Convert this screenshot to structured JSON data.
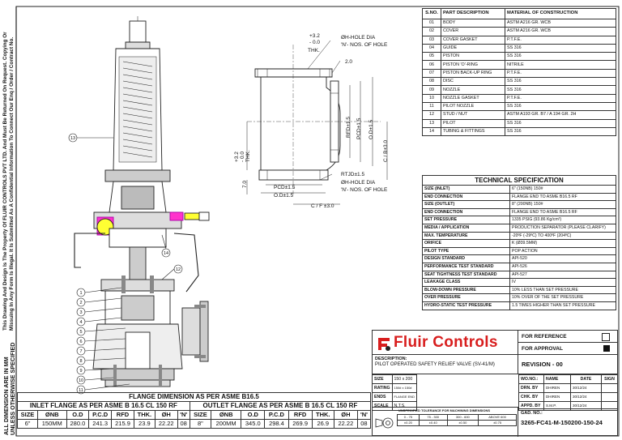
{
  "side_note": {
    "line1": "ALL DIMENSION ARE IN MM",
    "line2": "UNLESS OTHERWISE SPECIFIED",
    "line3": "This Drawing And Design Is The Property Of FLUIR CONTROLS PVT LTD. And Must Be Returned On Request. Copying Or",
    "line4": "Missuing In Any Form Is Illegal. It Is Submitted As A Confidential Information To Connect Our Enq / Order / Contract No."
  },
  "drawing": {
    "top_dim": "+3.2\n- 0.0\nTHK.",
    "top_dim_1": "+3.2",
    "top_dim_2": "- 0.0",
    "top_dim_3": "THK.",
    "top_hole_1": "ØH-HOLE DIA",
    "top_hole_2": "'N'- NOS. OF HOLE",
    "dim_2_0": "2.0",
    "rfd": "RFD±1.5",
    "pcd_right": "PCD±1.5",
    "od_right": "O.D±1.5",
    "c_b": "C / B±3.0",
    "left_thk_1": "+3.2",
    "left_thk_2": "- 0.0",
    "left_thk_3": "THK.",
    "dim_7": "7.0",
    "rt": "RTJD±1.5",
    "bot_hole_1": "ØH-HOLE DIA",
    "bot_hole_2": "'N'- NOS. OF HOLE",
    "pcd_bot": "PCD±1.5",
    "od_bot": "O.D±1.5",
    "c_f": "C / F ±3.0",
    "balloons": [
      "13",
      "14",
      "12",
      "1",
      "2",
      "3",
      "4",
      "5",
      "6",
      "7",
      "8",
      "9",
      "10",
      "11"
    ]
  },
  "parts_table": {
    "headers": [
      "S.NO.",
      "PART DESCRIPTION",
      "MATERIAL OF CONSTRUCTION"
    ],
    "rows": [
      [
        "01",
        "BODY",
        "ASTM A216 GR. WCB"
      ],
      [
        "02",
        "COVER",
        "ASTM A216 GR. WCB"
      ],
      [
        "03",
        "COVER GASKET",
        "P.T.F.E."
      ],
      [
        "04",
        "GUIDE",
        "SS 316"
      ],
      [
        "05",
        "PISTON",
        "SS 316"
      ],
      [
        "06",
        "PISTON 'O'-RING",
        "NITRILE"
      ],
      [
        "07",
        "PISTON BACK-UP RING",
        "P.T.F.E."
      ],
      [
        "08",
        "DISC",
        "SS 316"
      ],
      [
        "09",
        "NOZZLE",
        "SS 316"
      ],
      [
        "10",
        "NOZZLE GASKET",
        "P.T.F.E."
      ],
      [
        "11",
        "PILOT NOZZLE",
        "SS 316"
      ],
      [
        "12",
        "STUD / NUT",
        "ASTM A193 GR. B7 / A 194 GR. 2H"
      ],
      [
        "13",
        "PILOT",
        "SS 316"
      ],
      [
        "14",
        "TUBING & FITTINGS",
        "SS 316"
      ]
    ]
  },
  "tech_spec": {
    "title": "TECHNICAL SPECIFICATION",
    "rows": [
      [
        "SIZE (INLET)",
        "6\" (150NB) 150#"
      ],
      [
        "END CONNECTION",
        "FLANGE END TO ASME B16.5 RF"
      ],
      [
        "SIZE (OUTLET)",
        "8\" (200NB) 150#"
      ],
      [
        "END CONNECTION",
        "FLANGE END TO ASME B16.5 RF"
      ],
      [
        "SET PRESSURE",
        "1335 PSIG (93.86 Kg/cm²)"
      ],
      [
        "MEDIA / APPLICATION",
        "PRODUCTION SEPARATOR (PLEASE CLARIFY)"
      ],
      [
        "MAX. TEMPERATURE",
        "-20ºF (-29ºC) TO 400ºF (204ºC)"
      ],
      [
        "ORIFICE",
        "K (Ø39.5MM)"
      ],
      [
        "PILOT TYPE",
        "POP ACTION"
      ],
      [
        "DESIGN STANDARD",
        "API-520"
      ],
      [
        "PERFORMANCE TEST STANDARD",
        "API-526"
      ],
      [
        "SEAT TIGHTNESS TEST STANDARD",
        "API-527"
      ],
      [
        "LEAKAGE CLASS",
        "IV"
      ],
      [
        "BLOW-DOWN PRESSURE",
        "10% LESS THAN SET PRESSURE"
      ],
      [
        "OVER PRESSURE",
        "10% OVER OF THE SET PRESSURE"
      ],
      [
        "HYDRO-STATIC TEST PRESSURE",
        "1.5 TIMES HIGHER THAN SET PRESSURE"
      ]
    ]
  },
  "title_block": {
    "brand": "Fluir Controls",
    "for_reference": "FOR REFERENCE",
    "for_approval": "FOR APPROVAL",
    "description_label": "DESCRIPTION:",
    "description": "PILOT OPERATED SAFETY RELIEF VALVE (SV-41/M)",
    "revision": "REVISION - 00",
    "size_label": "SIZE",
    "size_val": "150 x 200",
    "rating_label": "RATING",
    "rating_val": "150# x 150#",
    "ends_label": "ENDS",
    "ends_val": "FLANGE END",
    "scale_label": "SCALE",
    "scale_val": "N.T.S.",
    "wo_label": "WO.NO.:",
    "name_h": "NAME",
    "date_h": "DATE",
    "sign_h": "SIGN",
    "drn": "DRN. BY",
    "drn_name": "DHIREN",
    "drn_date": "30/12/24",
    "chk": "CHK. BY",
    "chk_name": "DHIREN",
    "chk_date": "30/12/24",
    "appd": "APPD. BY",
    "appd_name": "S.M.P.",
    "appd_date": "30/12/24",
    "tol_title": "UNSPECIFIED TOLERANCE FOR MACHINING DIMENSIONS",
    "tol_ranges": [
      "0 - 75",
      "75 - 300",
      "300 - 600",
      "ABOVE 600"
    ],
    "tol_values": [
      "±0.20",
      "±0.40",
      "±0.50",
      "±0.75"
    ],
    "gad_label": "GAD. NO.:",
    "gad_no": "3265-FC41-M-150200-150-24"
  },
  "flange": {
    "title": "FLANGE DIMENSION AS PER ASME B16.5",
    "inlet_title": "INLET FLANGE AS PER ASME B 16.5 CL 150 RF",
    "outlet_title": "OUTLET FLANGE AS PER ASME B 16.5 CL 150 RF",
    "headers": [
      "SIZE",
      "ØNB",
      "O.D",
      "P.C.D",
      "RFD",
      "THK.",
      "ØH",
      "'N'",
      "SIZE",
      "ØNB",
      "O.D",
      "P.C.D",
      "RFD",
      "THK.",
      "ØH",
      "'N'"
    ],
    "row": [
      "6\"",
      "150MM",
      "280.0",
      "241.3",
      "215.9",
      "23.9",
      "22.22",
      "08",
      "8\"",
      "200MM",
      "345.0",
      "298.4",
      "269.9",
      "26.9",
      "22.22",
      "08"
    ]
  }
}
